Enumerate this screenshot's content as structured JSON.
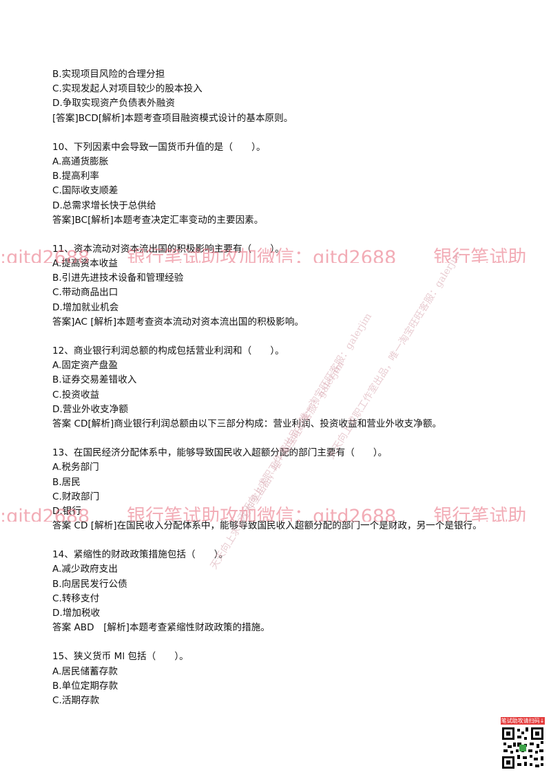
{
  "lines": [
    "B.实现项目风险的合理分担",
    "C.实现发起人对项目较少的股本投入",
    "D.争取实现资产负债表外融资",
    "[答案]BCD[解析]本题考查项目融资模式设计的基本原则。",
    "",
    "10、下列因素中会导致一国货币升值的是（　　）。",
    "A.高通货膨胀",
    "B.提高利率",
    "C.国际收支顺差",
    "D.总需求增长快于总供给",
    "答案]BC[解析]本题考查决定汇率变动的主要因素。",
    "",
    "11、资本流动对资本流出国的积极影响主要有（　　）。",
    "A.提高资本收益",
    "B.引进先进技术设备和管理经验",
    "C.带动商品出口",
    "D.增加就业机会",
    "答案]AC [解析]本题考查资本流动对资本流出国的积极影响。",
    "",
    "12、商业银行利润总额的构成包括营业利润和（　　）。",
    "A.固定资产盘盈",
    "B.证券交易差错收入",
    "C.投资收益",
    "D.营业外收支净额",
    "答案 CD[解析]商业银行利润总额由以下三部分构成：营业利润、投资收益和营业外收支净额。",
    "",
    "13、在国民经济分配体系中，能够导致国民收入超额分配的部门主要有（　　）。",
    "A.税务部门",
    "B.居民",
    "C.财政部门",
    "D.银行",
    "答案 CD [解析]在国民收入分配体系中，能够导致国民收入超额分配的部门一个是财政，另一个是银行。",
    "",
    "14、紧缩性的财政政策措施包括（　　）。",
    "A.减少政府支出",
    "B.向居民发行公债",
    "C.转移支付",
    "D.增加税收",
    "答案 ABD　[解析]本题考查紧缩性财政政策的措施。",
    "",
    "15、狭义货币 Ml 包括（　　）。",
    "A.居民储蓄存款",
    "B.单位定期存款",
    "C.活期存款"
  ],
  "watermark": {
    "banner": ":qitd2688　　银行笔试助攻加微信：qitd2688　　银行笔试助",
    "diagonal": [
      "天天向上求职工作室出品，唯一淘宝旺旺客服：galerjim",
      "天天向上求职工作室出品，唯一淘宝旺旺客服：galerjim",
      "天天向上求职工作室出品，唯一淘宝旺旺客服：galerjim"
    ]
  },
  "qr": {
    "label": "笔试助攻请扫码↓"
  }
}
